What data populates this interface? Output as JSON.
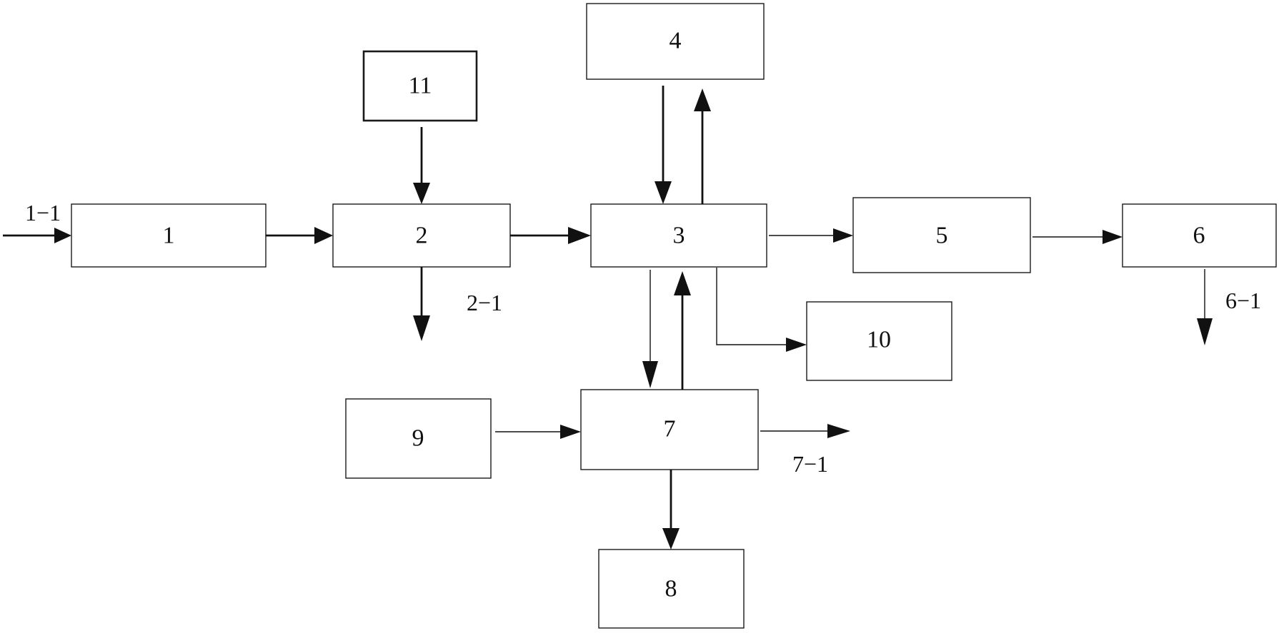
{
  "diagram": {
    "nodes": [
      {
        "id": "1",
        "label": "1"
      },
      {
        "id": "2",
        "label": "2"
      },
      {
        "id": "3",
        "label": "3"
      },
      {
        "id": "4",
        "label": "4"
      },
      {
        "id": "5",
        "label": "5"
      },
      {
        "id": "6",
        "label": "6"
      },
      {
        "id": "7",
        "label": "7"
      },
      {
        "id": "8",
        "label": "8"
      },
      {
        "id": "9",
        "label": "9"
      },
      {
        "id": "10",
        "label": "10"
      },
      {
        "id": "11",
        "label": "11"
      }
    ],
    "stream_labels": {
      "in_1": "1−1",
      "out_2": "2−1",
      "out_6": "6−1",
      "out_7": "7−1"
    },
    "edges": [
      {
        "from": "input",
        "to": "1",
        "label": "1−1"
      },
      {
        "from": "1",
        "to": "2"
      },
      {
        "from": "11",
        "to": "2"
      },
      {
        "from": "2",
        "to": "output",
        "label": "2−1"
      },
      {
        "from": "2",
        "to": "3"
      },
      {
        "from": "4",
        "to": "3"
      },
      {
        "from": "3",
        "to": "4"
      },
      {
        "from": "3",
        "to": "5"
      },
      {
        "from": "5",
        "to": "6"
      },
      {
        "from": "6",
        "to": "output",
        "label": "6−1"
      },
      {
        "from": "3",
        "to": "10"
      },
      {
        "from": "3",
        "to": "7"
      },
      {
        "from": "7",
        "to": "3"
      },
      {
        "from": "9",
        "to": "7"
      },
      {
        "from": "7",
        "to": "output",
        "label": "7−1"
      },
      {
        "from": "7",
        "to": "8"
      }
    ]
  }
}
